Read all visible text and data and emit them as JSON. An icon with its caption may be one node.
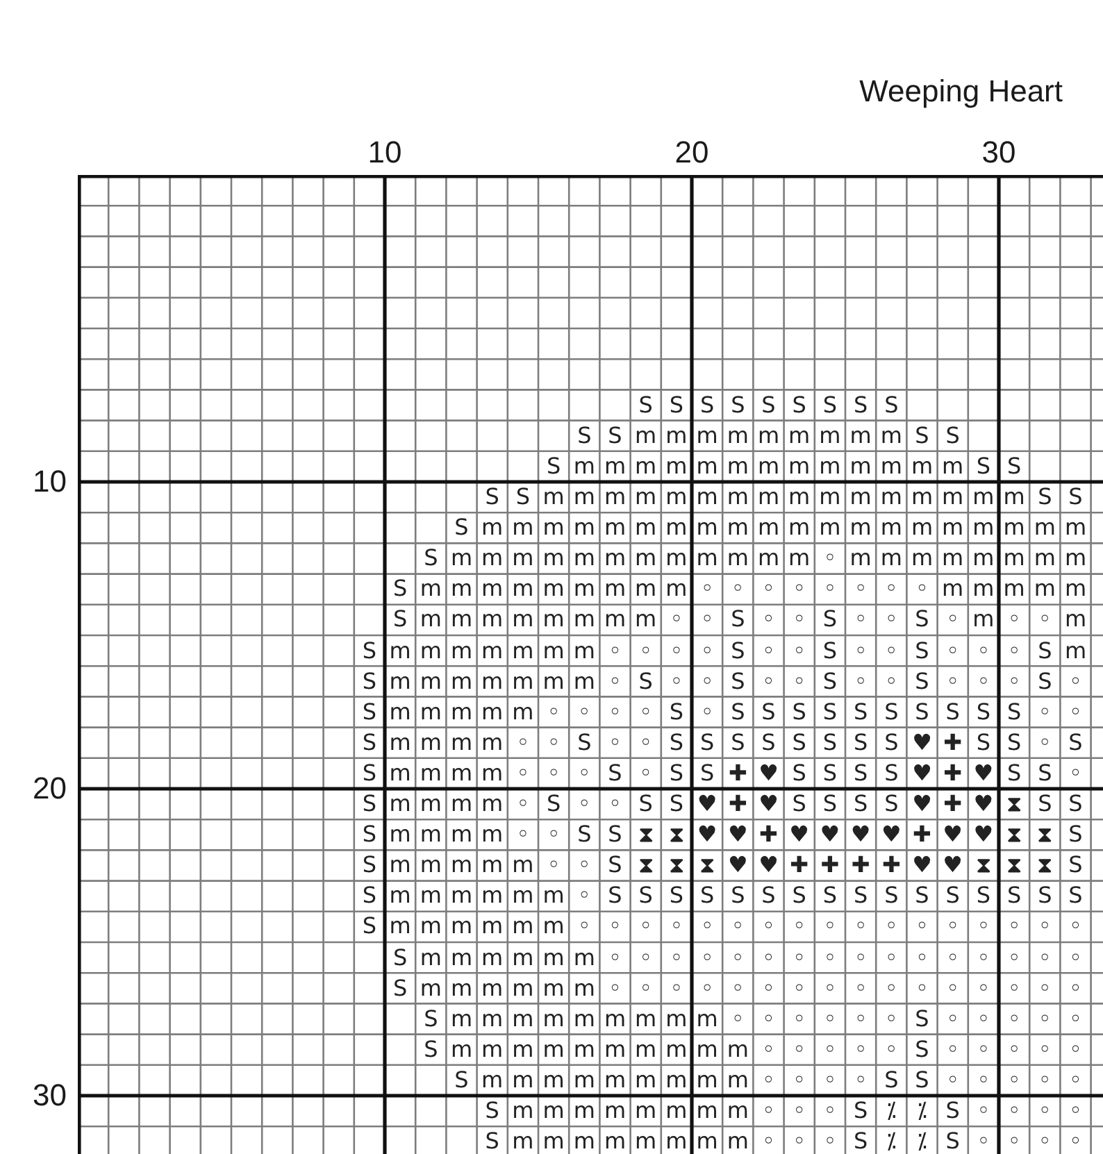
{
  "diagram": {
    "title": "Weeping Heart",
    "labels": [
      "10",
      "20",
      "30",
      "10",
      "20",
      "30",
      "S",
      "S",
      "S",
      "S",
      "S",
      "S",
      "S",
      "S",
      "S",
      "S",
      "S",
      "m",
      "m",
      "m",
      "m",
      "m",
      "m",
      "m",
      "m",
      "m",
      "S",
      "S",
      "S",
      "m",
      "m",
      "m",
      "m",
      "m",
      "m",
      "m",
      "m",
      "m",
      "m",
      "m",
      "m",
      "m",
      "S",
      "S",
      "S",
      "S",
      "m",
      "m",
      "m",
      "m",
      "m",
      "m",
      "m",
      "m",
      "m",
      "m",
      "m",
      "m",
      "m",
      "m",
      "m",
      "m",
      "S",
      "S",
      "S",
      "m",
      "m",
      "m",
      "m",
      "m",
      "m",
      "m",
      "m",
      "m",
      "m",
      "m",
      "m",
      "m",
      "m",
      "m",
      "m",
      "m",
      "m",
      "m",
      "m",
      "S",
      "m",
      "m",
      "m",
      "m",
      "m",
      "m",
      "m",
      "m",
      "m",
      "m",
      "m",
      "m",
      "◦",
      "m",
      "m",
      "m",
      "m",
      "m",
      "m",
      "m",
      "m",
      "S",
      "m",
      "m",
      "m",
      "m",
      "m",
      "m",
      "m",
      "m",
      "m",
      "◦",
      "◦",
      "◦",
      "◦",
      "◦",
      "◦",
      "◦",
      "◦",
      "m",
      "m",
      "m",
      "m",
      "m",
      "S",
      "m",
      "m",
      "m",
      "m",
      "m",
      "m",
      "m",
      "m",
      "◦",
      "◦",
      "S",
      "◦",
      "◦",
      "S",
      "◦",
      "◦",
      "S",
      "◦",
      "m",
      "◦",
      "◦",
      "m",
      "S",
      "m",
      "m",
      "m",
      "m",
      "m",
      "m",
      "m",
      "◦",
      "◦",
      "◦",
      "◦",
      "S",
      "◦",
      "◦",
      "S",
      "◦",
      "◦",
      "S",
      "◦",
      "◦",
      "◦",
      "S",
      "m",
      "S",
      "m",
      "m",
      "m",
      "m",
      "m",
      "m",
      "m",
      "◦",
      "S",
      "◦",
      "◦",
      "S",
      "◦",
      "◦",
      "S",
      "◦",
      "◦",
      "S",
      "◦",
      "◦",
      "◦",
      "S",
      "◦",
      "S",
      "m",
      "m",
      "m",
      "m",
      "m",
      "◦",
      "◦",
      "◦",
      "◦",
      "S",
      "◦",
      "S",
      "S",
      "S",
      "S",
      "S",
      "S",
      "S",
      "S",
      "S",
      "S",
      "◦",
      "◦",
      "S",
      "m",
      "m",
      "m",
      "m",
      "◦",
      "◦",
      "S",
      "◦",
      "◦",
      "S",
      "S",
      "S",
      "S",
      "S",
      "S",
      "S",
      "S",
      "♥",
      "✚",
      "S",
      "S",
      "◦",
      "S",
      "S",
      "m",
      "m",
      "m",
      "m",
      "◦",
      "◦",
      "◦",
      "S",
      "◦",
      "S",
      "S",
      "✚",
      "♥",
      "S",
      "S",
      "S",
      "S",
      "♥",
      "✚",
      "♥",
      "S",
      "S",
      "◦",
      "S",
      "m",
      "m",
      "m",
      "m",
      "◦",
      "S",
      "◦",
      "◦",
      "S",
      "S",
      "♥",
      "✚",
      "♥",
      "S",
      "S",
      "S",
      "S",
      "♥",
      "✚",
      "♥",
      "⧗",
      "S",
      "S",
      "S",
      "m",
      "m",
      "m",
      "m",
      "◦",
      "◦",
      "S",
      "S",
      "⧗",
      "⧗",
      "♥",
      "♥",
      "✚",
      "♥",
      "♥",
      "♥",
      "♥",
      "✚",
      "♥",
      "♥",
      "⧗",
      "⧗",
      "S",
      "S",
      "m",
      "m",
      "m",
      "m",
      "m",
      "◦",
      "◦",
      "S",
      "⧗",
      "⧗",
      "⧗",
      "♥",
      "♥",
      "✚",
      "✚",
      "✚",
      "✚",
      "♥",
      "♥",
      "⧗",
      "⧗",
      "⧗",
      "S",
      "S",
      "m",
      "m",
      "m",
      "m",
      "m",
      "m",
      "◦",
      "S",
      "S",
      "S",
      "S",
      "S",
      "S",
      "S",
      "S",
      "S",
      "S",
      "S",
      "S",
      "S",
      "S",
      "S",
      "S",
      "S",
      "m",
      "m",
      "m",
      "m",
      "m",
      "m",
      "◦",
      "◦",
      "◦",
      "◦",
      "◦",
      "◦",
      "◦",
      "◦",
      "◦",
      "◦",
      "◦",
      "◦",
      "◦",
      "◦",
      "◦",
      "◦",
      "◦",
      "S",
      "m",
      "m",
      "m",
      "m",
      "m",
      "m",
      "◦",
      "◦",
      "◦",
      "◦",
      "◦",
      "◦",
      "◦",
      "◦",
      "◦",
      "◦",
      "◦",
      "◦",
      "◦",
      "◦",
      "◦",
      "◦",
      "S",
      "m",
      "m",
      "m",
      "m",
      "m",
      "m",
      "◦",
      "◦",
      "◦",
      "◦",
      "◦",
      "◦",
      "◦",
      "◦",
      "◦",
      "◦",
      "◦",
      "◦",
      "◦",
      "◦",
      "◦",
      "◦",
      "S",
      "m",
      "m",
      "m",
      "m",
      "m",
      "m",
      "m",
      "m",
      "m",
      "◦",
      "◦",
      "◦",
      "◦",
      "◦",
      "◦",
      "S",
      "◦",
      "◦",
      "◦",
      "◦",
      "◦",
      "S",
      "m",
      "m",
      "m",
      "m",
      "m",
      "m",
      "m",
      "m",
      "m",
      "m",
      "◦",
      "◦",
      "◦",
      "◦",
      "◦",
      "S",
      "◦",
      "◦",
      "◦",
      "◦",
      "◦",
      "S",
      "m",
      "m",
      "m",
      "m",
      "m",
      "m",
      "m",
      "m",
      "m",
      "◦",
      "◦",
      "◦",
      "◦",
      "S",
      "S",
      "◦",
      "◦",
      "◦",
      "◦",
      "◦",
      "S",
      "m",
      "m",
      "m",
      "m",
      "m",
      "m",
      "m",
      "m",
      "◦",
      "◦",
      "◦",
      "S",
      "⁒",
      "⁒",
      "S",
      "◦",
      "◦",
      "◦",
      "◦",
      "S",
      "m",
      "m",
      "m",
      "m",
      "m",
      "m",
      "m",
      "m",
      "◦",
      "◦",
      "◦",
      "S",
      "⁒",
      "⁒",
      "S",
      "◦",
      "◦",
      "◦",
      "◦"
    ]
  }
}
